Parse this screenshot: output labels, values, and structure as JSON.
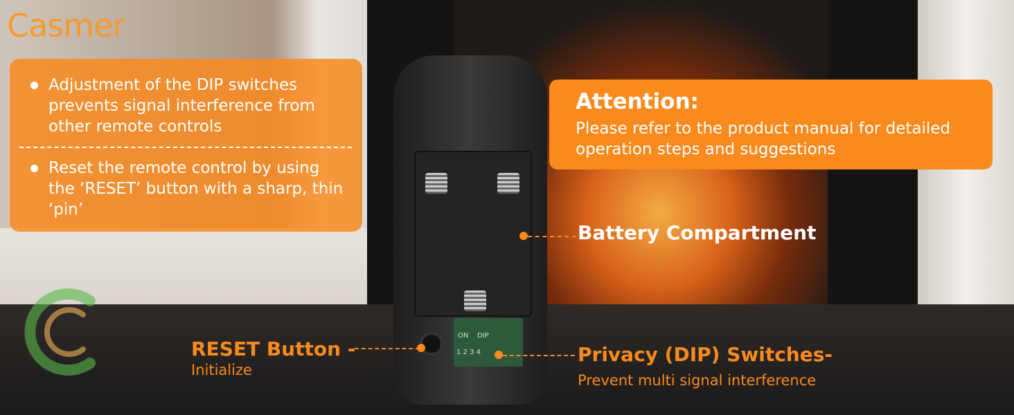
{
  "brand": {
    "logo_text": "Casmer",
    "accent_color": "#f98a1e"
  },
  "info_box": {
    "items": [
      "Adjustment of the DIP switches prevents signal interference from other remote controls",
      "Reset the remote control by using the ‘RESET’ button with a sharp, thin ‘pin’"
    ]
  },
  "attention": {
    "title": "Attention:",
    "text": "Please refer to the product manual for detailed operation steps and suggestions"
  },
  "callouts": {
    "battery": "Battery Compartment",
    "reset_title": "RESET Button -",
    "reset_sub": "Initialize",
    "dip_title": "Privacy (DIP) Switches-",
    "dip_sub": "Prevent multi signal interference"
  },
  "device_markings": {
    "dip_on": "ON",
    "dip_label": "DIP",
    "dip_numbers": "1 2 3 4"
  }
}
